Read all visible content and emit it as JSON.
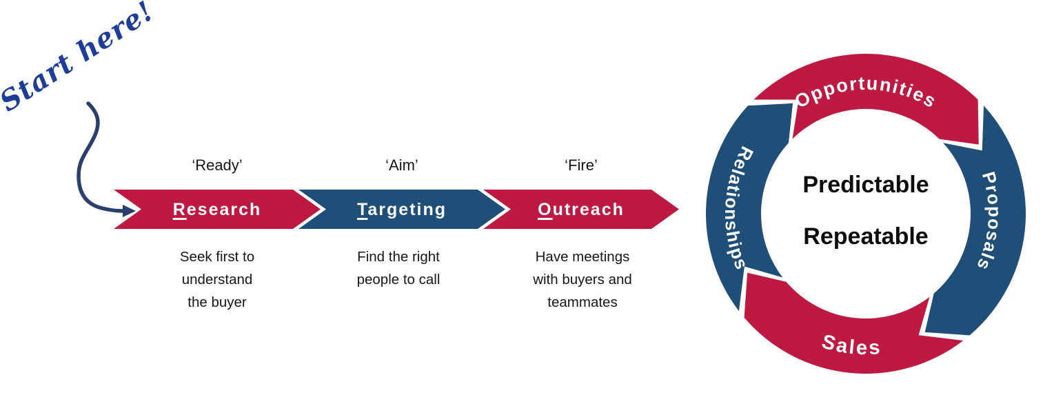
{
  "annotation": {
    "start_here": "Start here!"
  },
  "process": {
    "steps": [
      {
        "stage": "‘Ready’",
        "initial": "R",
        "rest": "esearch",
        "description": "Seek first to\nunderstand\nthe buyer",
        "color": "#BE1941"
      },
      {
        "stage": "‘Aim’",
        "initial": "T",
        "rest": "argeting",
        "description": "Find the right\npeople to call",
        "color": "#1F4E79"
      },
      {
        "stage": "‘Fire’",
        "initial": "O",
        "rest": "utreach",
        "description": "Have meetings\nwith buyers and\nteammates",
        "color": "#BE1941"
      }
    ]
  },
  "cycle": {
    "center_lines": [
      "Predictable",
      "Repeatable"
    ],
    "segments": [
      {
        "label": "Opportunities",
        "color": "#BE1941"
      },
      {
        "label": "Proposals",
        "color": "#1F4E79"
      },
      {
        "label": "Sales",
        "color": "#BE1941"
      },
      {
        "label": "Relationships",
        "color": "#1F4E79"
      }
    ]
  },
  "colors": {
    "red": "#BE1941",
    "blue": "#1F4E79",
    "script_blue": "#1E3D99",
    "arrow_navy": "#2B3F6E",
    "text": "#111111"
  }
}
